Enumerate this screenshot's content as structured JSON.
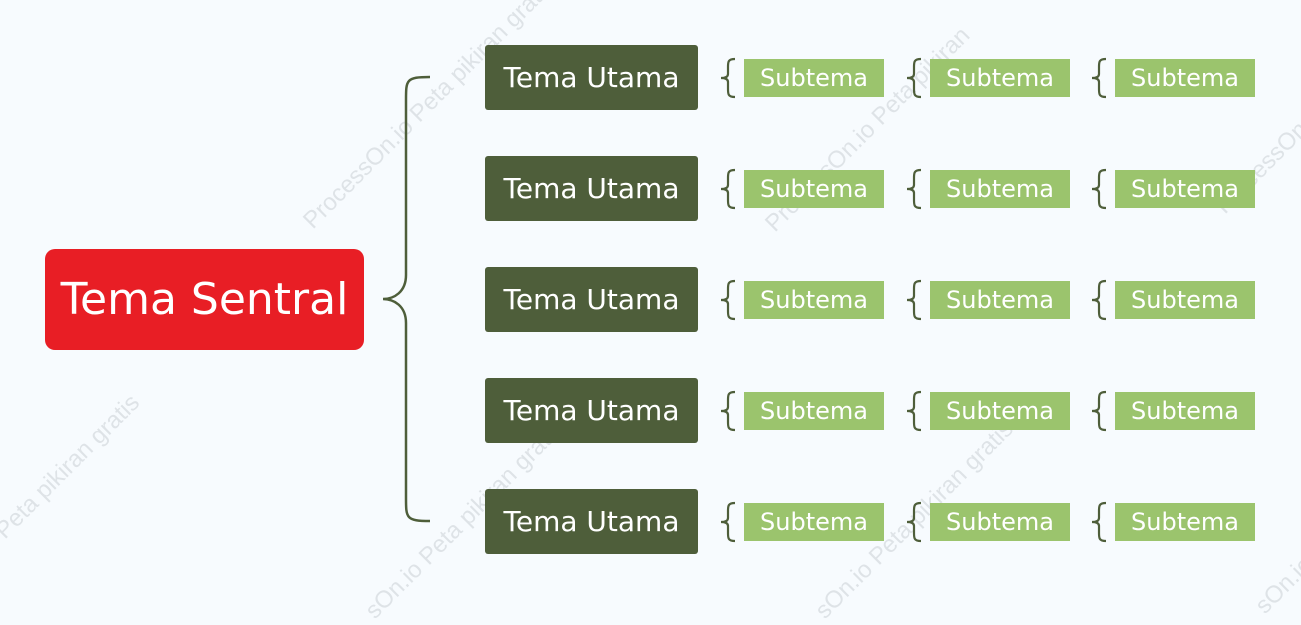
{
  "watermark": {
    "text_a": "ProcessOn.io Peta pikiran gratis",
    "text_b": "Peta pikiran gratis",
    "text_c": "ProcessOn.io Peta pikiran",
    "text_d": "ProcessOn.io",
    "text_e": "sOn.io Peta pikiran gratis",
    "text_f": "sOn.io"
  },
  "central": {
    "label": "Tema Sentral"
  },
  "branches": [
    {
      "label": "Tema Utama",
      "subtopics": [
        "Subtema",
        "Subtema",
        "Subtema"
      ]
    },
    {
      "label": "Tema Utama",
      "subtopics": [
        "Subtema",
        "Subtema",
        "Subtema"
      ]
    },
    {
      "label": "Tema Utama",
      "subtopics": [
        "Subtema",
        "Subtema",
        "Subtema"
      ]
    },
    {
      "label": "Tema Utama",
      "subtopics": [
        "Subtema",
        "Subtema",
        "Subtema"
      ]
    },
    {
      "label": "Tema Utama",
      "subtopics": [
        "Subtema",
        "Subtema",
        "Subtema"
      ]
    }
  ],
  "colors": {
    "central": "#e81e25",
    "main_topic": "#4e5e3a",
    "subtopic": "#9bc46d",
    "connector": "#4e5e3a",
    "background": "#f7fbfe"
  }
}
